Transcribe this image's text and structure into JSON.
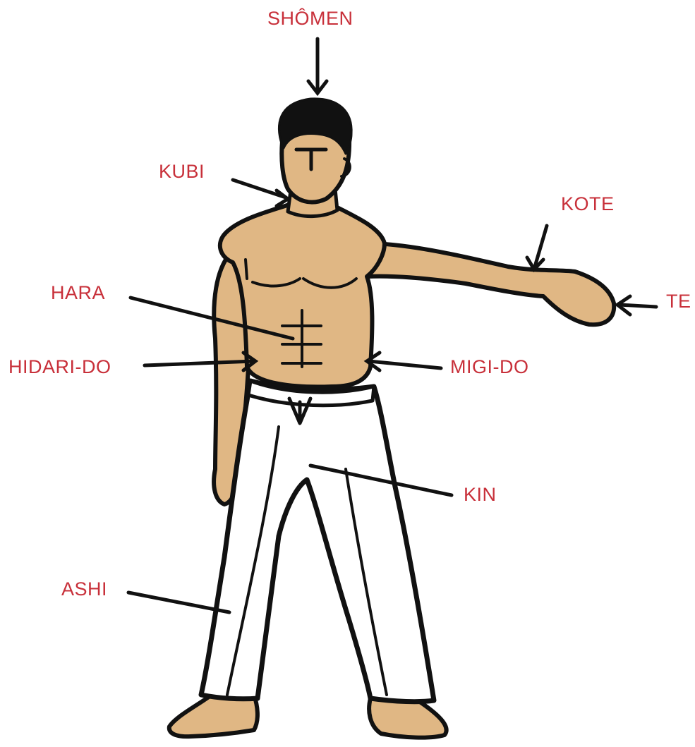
{
  "colors": {
    "label": "#c8303a",
    "skin": "#e0b784",
    "outline": "#111111",
    "pants": "#ffffff"
  },
  "labels": {
    "shomen": "SHÔMEN",
    "kubi": "KUBI",
    "kote": "KOTE",
    "te": "TE",
    "hara": "HARA",
    "hidari_do": "HIDARI-DO",
    "migi_do": "MIGI-DO",
    "kin": "KIN",
    "ashi": "ASHI"
  }
}
